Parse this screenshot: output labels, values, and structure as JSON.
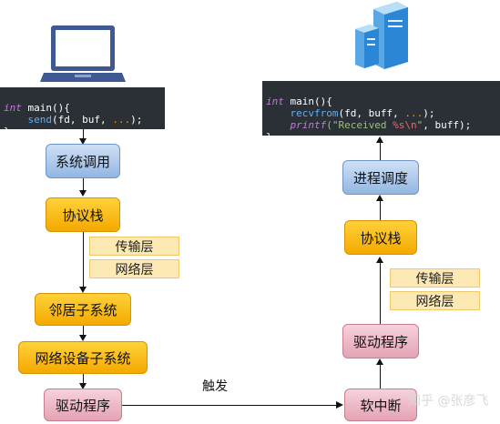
{
  "sender": {
    "code": {
      "line1_kw": "int",
      "line1_rest": " main(){",
      "line2_fn": "send",
      "line2_args": "(fd, buf, ",
      "line2_dots": "...",
      "line2_end": ");",
      "line3": "}"
    },
    "nodes": {
      "syscall": "系统调用",
      "protocol_stack": "协议栈",
      "transport_layer": "传输层",
      "network_layer": "网络层",
      "neighbor_subsystem": "邻居子系统",
      "netdevice_subsystem": "网络设备子系统",
      "driver": "驱动程序"
    }
  },
  "receiver": {
    "code": {
      "line1_kw": "int",
      "line1_rest": " main(){",
      "line2_fn": "recvfrom",
      "line2_args": "(fd, buff, ",
      "line2_dots": "...",
      "line2_end": ");",
      "line3_fn": "printf",
      "line3_str_a": "(\"Received ",
      "line3_fmt": "%s\\n",
      "line3_str_b": "\"",
      "line3_end": ", buff);",
      "line4": "}"
    },
    "nodes": {
      "process_scheduling": "进程调度",
      "protocol_stack": "协议栈",
      "transport_layer": "传输层",
      "network_layer": "网络层",
      "driver": "驱动程序",
      "softirq": "软中断"
    }
  },
  "edge_trigger_label": "触发",
  "watermark": "知乎 @张彦飞",
  "icons": {
    "sender": "laptop-icon",
    "receiver": "server-icon"
  },
  "colors": {
    "blue": "#92b6e2",
    "orange": "#f4a900",
    "pink": "#e4a3b4",
    "sublayer": "#fde9b3",
    "code_bg": "#2b2f36"
  }
}
